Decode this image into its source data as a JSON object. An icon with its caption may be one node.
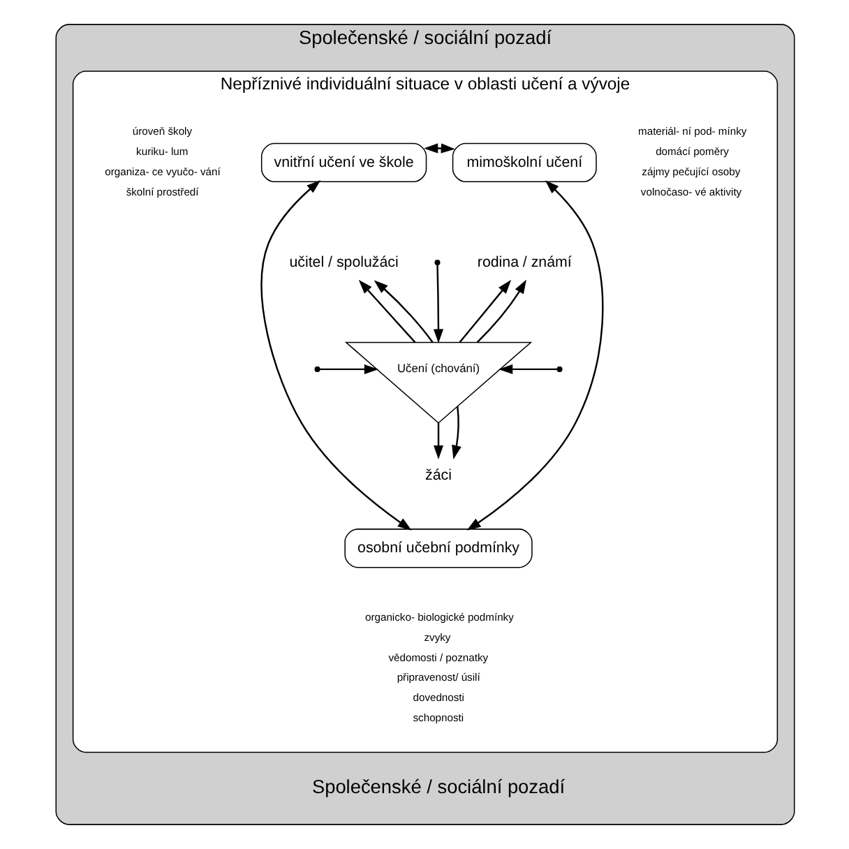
{
  "diagram": {
    "nodes": [
      {
        "text": [
          "Společenské / sociální pozadí",
          "Společenské / sociální pozadí"
        ]
      },
      {
        "text": [
          "Nepříznivé individuální situace v oblasti učení a vývoje"
        ],
        "in": 0
      },
      {
        "text": [
          "vnitřní učení ve škole"
        ],
        "in": 1,
        "beside": [
          "úroveň školy",
          "kuriku- lum",
          "organiza- ce vyučo- vání",
          "školní prostředí"
        ]
      },
      {
        "text": [
          "mimoškolní učení"
        ],
        "in": 1,
        "beside": [
          "materiál- ní pod- mínky",
          "domácí poměry",
          "zájmy pečující osoby",
          "volnočaso- vé aktivity"
        ]
      },
      {
        "text": [
          "učitel / spolužáci"
        ],
        "in": 1
      },
      {
        "text": [
          "rodina / známí"
        ],
        "in": 1
      },
      {
        "text": [
          "Učení (chování)"
        ],
        "in": 1
      },
      {
        "text": [
          "žáci"
        ],
        "in": 1
      },
      {
        "text": [
          "osobní učební podmínky"
        ],
        "in": 1,
        "beside": [
          "organicko- biologické podmínky",
          "zvyky",
          "vědomosti / poznatky",
          "připravenost/ úsilí",
          "dovednosti",
          "schopnosti"
        ]
      }
    ],
    "edges": [
      {
        "from": 2,
        "to": 3,
        "arrow": "both"
      },
      {
        "from": null,
        "to": 6,
        "arrow": "to"
      },
      {
        "from": 6,
        "to": 4,
        "arrow": "to"
      },
      {
        "from": 6,
        "to": 5,
        "arrow": "to"
      },
      {
        "from": null,
        "to": 6,
        "arrow": "to"
      },
      {
        "from": 6,
        "to": 4,
        "arrow": "to"
      },
      {
        "from": 6,
        "to": 7,
        "arrow": "to"
      },
      {
        "from": null,
        "to": 6,
        "arrow": "to"
      },
      {
        "from": 6,
        "to": 5,
        "arrow": "to"
      },
      {
        "from": 6,
        "to": 7,
        "arrow": "to"
      },
      {
        "from": 2,
        "to": 8,
        "arrow": "both"
      },
      {
        "from": 3,
        "to": 8,
        "arrow": "both"
      }
    ]
  }
}
